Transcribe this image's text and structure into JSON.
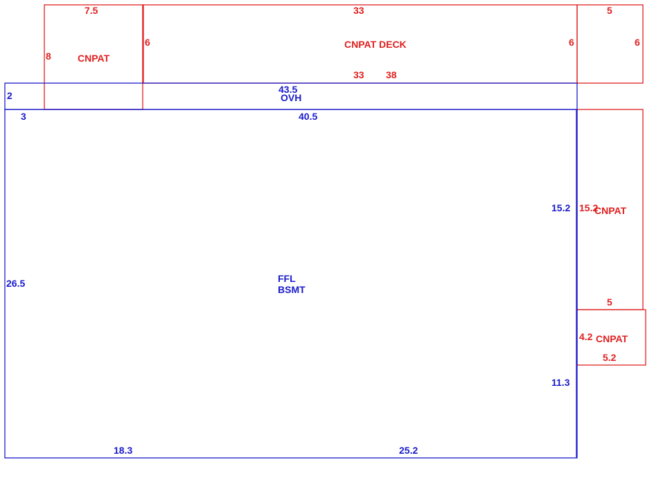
{
  "colors": {
    "red": "#e02020",
    "blue": "#1a1acc"
  },
  "labels": {
    "patio_top_left": {
      "width": "7.5",
      "depth": "8",
      "name": "CNPAT"
    },
    "deck": {
      "top": "33",
      "left_side": "6",
      "right_side": "6",
      "name_a": "CNPAT",
      "name_b": "DECK",
      "bottom_a": "33",
      "bottom_b": "38"
    },
    "patio_top_right": {
      "top": "5",
      "right_side": "6"
    },
    "overhang": {
      "length": "43.5",
      "name": "OVH",
      "side": "2"
    },
    "basement": {
      "top_a": "3",
      "top_b": "40.5",
      "left_side": "26.5",
      "right_upper": "15.2",
      "right_lower": "11.3",
      "bottom_a": "18.3",
      "bottom_b": "25.2",
      "name_line1": "FFL",
      "name_line2": "BSMT"
    },
    "patio_right_mid": {
      "side": "15.2",
      "name": "CNPAT",
      "bottom": "5"
    },
    "patio_right_low": {
      "side": "4.2",
      "name": "CNPAT",
      "bottom": "5.2"
    }
  }
}
